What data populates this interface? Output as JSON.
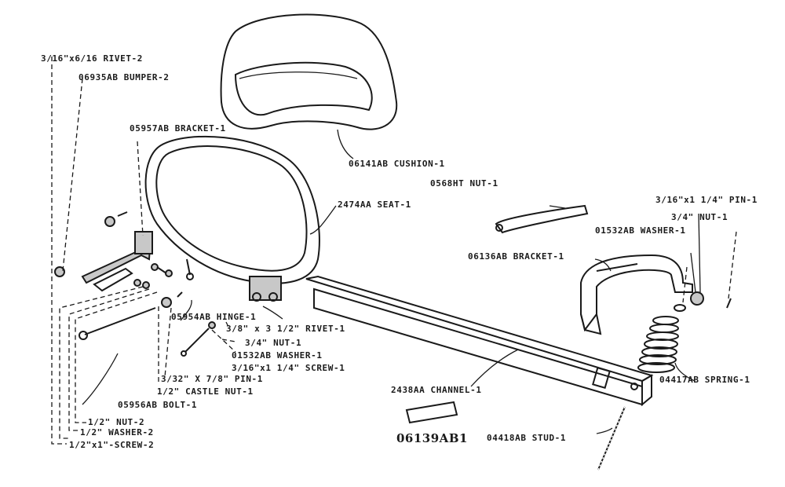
{
  "labels": {
    "rivet2": "3/16\"x6/16 RIVET-2",
    "bumper2": "06935AB BUMPER-2",
    "bracket05957": "05957AB BRACKET-1",
    "cushion": "06141AB CUSHION-1",
    "nut0568": "0568HT NUT-1",
    "pin1": "3/16\"x1 1/4\" PIN-1",
    "nut34": "3/4\" NUT-1",
    "washer01532top": "01532AB WASHER-1",
    "seat": "2474AA SEAT-1",
    "bracket06136": "06136AB BRACKET-1",
    "hinge": "05954AB HINGE-1",
    "rivet1": "3/8\" x 3 1/2\" RIVET-1",
    "nut1": "3/4\" NUT-1",
    "washer01532": "01532AB WASHER-1",
    "screw1": "3/16\"x1 1/4\" SCREW-1",
    "cotter": "3/32\" X 7/8\" PIN-1",
    "castle": "1/2\" CASTLE NUT-1",
    "bolt": "05956AB BOLT-1",
    "nut2": "1/2\" NUT-2",
    "washer2": "1/2\" WASHER-2",
    "screw2": "1/2\"x1\"-SCREW-2",
    "channel": "2438AA CHANNEL-1",
    "spring": "04417AB SPRING-1",
    "stud": "04418AB STUD-1",
    "plate": "06139AB1"
  }
}
